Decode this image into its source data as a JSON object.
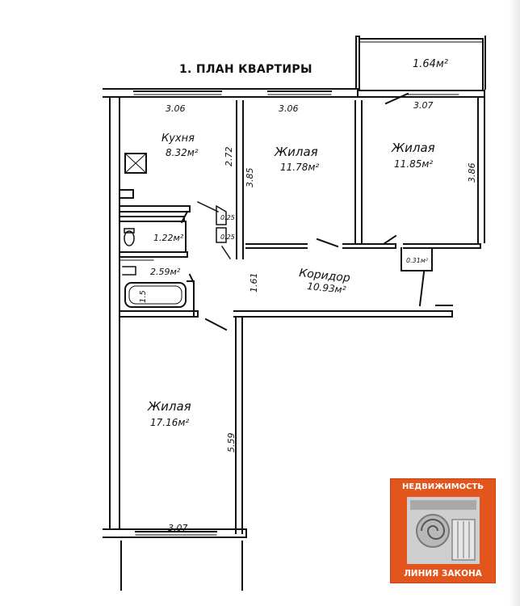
{
  "header": {
    "title": "1. ПЛАН КВАРТИРЫ"
  },
  "rooms": {
    "balcony": {
      "area": "1.64м²"
    },
    "kitchen": {
      "name": "Кухня",
      "area": "8.32м²"
    },
    "living1": {
      "name": "Жилая",
      "area": "11.78м²"
    },
    "living2": {
      "name": "Жилая",
      "area": "11.85м²"
    },
    "living3": {
      "name": "Жилая",
      "area": "17.16м²"
    },
    "corridor": {
      "name": "Коридор",
      "area": "10.93м²"
    },
    "wc": {
      "area": "1.22м²"
    },
    "bath": {
      "area": "2.59м²"
    },
    "closet": {
      "area": "0.31м²"
    }
  },
  "dimensions": {
    "kitchen_width": "3.06",
    "living1_width": "3.06",
    "living2_width": "3.07",
    "living3_width": "3.07",
    "kitchen_depth": "2.72",
    "living1_depth": "3.85",
    "living2_depth": "3.86",
    "living3_depth": "5.59",
    "corridor_width": "1.61",
    "bath_length": "1.5",
    "niche_a": "0.25",
    "niche_b": "0.25"
  },
  "logo": {
    "top_text": "НЕДВИЖИМОСТЬ",
    "bottom_text": "ЛИНИЯ ЗАКОНА",
    "background_color": "#e2551c"
  }
}
